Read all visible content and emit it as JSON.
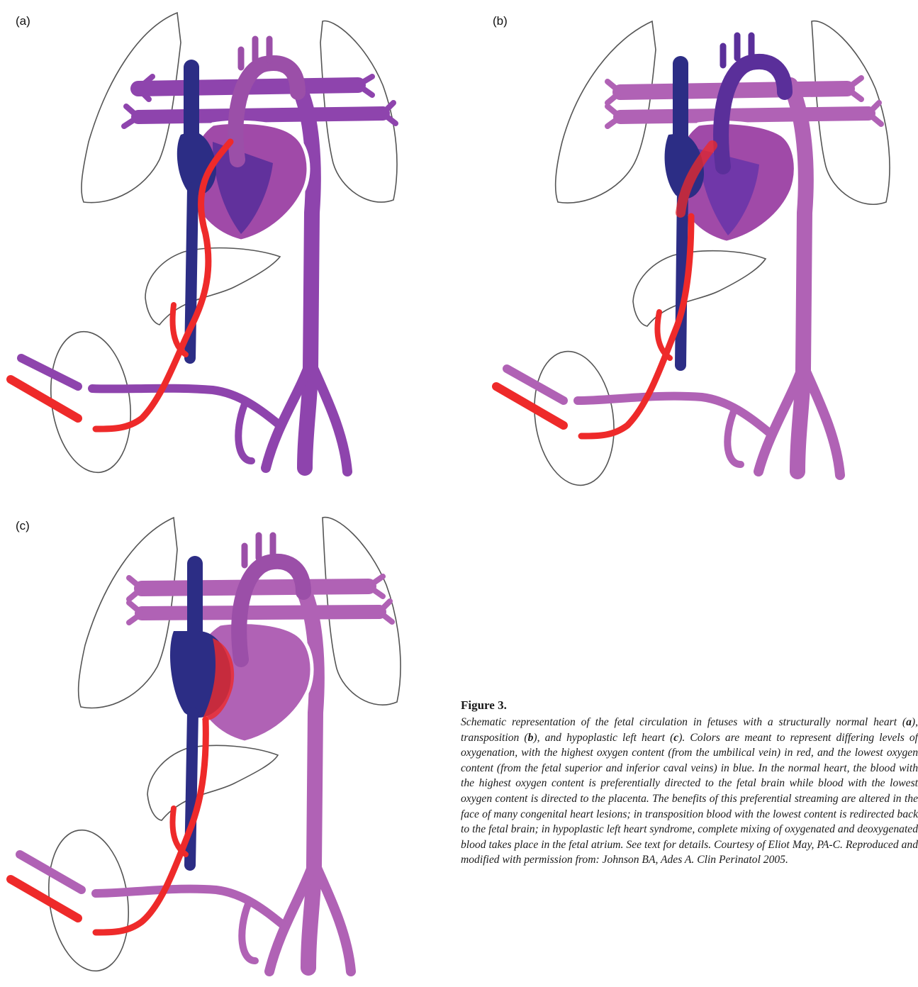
{
  "colors": {
    "oxygenated": "#ee2a2a",
    "mixed": "#9b4fa8",
    "mixed_light": "#b062b5",
    "deoxygenated": "#2c2d85",
    "outline": "#555555"
  },
  "panels": [
    {
      "label": "(a)",
      "condition": "structurally normal heart"
    },
    {
      "label": "(b)",
      "condition": "transposition"
    },
    {
      "label": "(c)",
      "condition": "hypoplastic left heart"
    }
  ],
  "caption": {
    "title": "Figure 3.",
    "body_part1": "Schematic representation of the fetal circulation in fetuses with a structurally normal heart (",
    "a": "a",
    "body_part2": "), transposition (",
    "b": "b",
    "body_part3": "), and hypoplastic left heart (",
    "c": "c",
    "body_part4": "). Colors are meant to represent differing levels of oxygenation, with the highest oxygen content (from the umbilical vein) in red, and the lowest oxygen content (from the fetal superior and inferior caval veins) in blue. In the normal heart, the blood with the highest oxygen content is preferentially directed to the fetal brain while blood with the lowest oxygen content is directed to the placenta. The benefits of this preferential streaming are altered in the face of many congenital heart lesions; in transposition blood with the lowest content is redirected back to the fetal brain; in hypoplastic left heart syndrome, complete mixing of oxygenated and deoxygenated blood takes place in the fetal atrium. See text for details. Courtesy of Eliot May, PA-C. Reproduced and modified with permission from: Johnson BA, Ades A. Clin Perinatol 2005."
  }
}
